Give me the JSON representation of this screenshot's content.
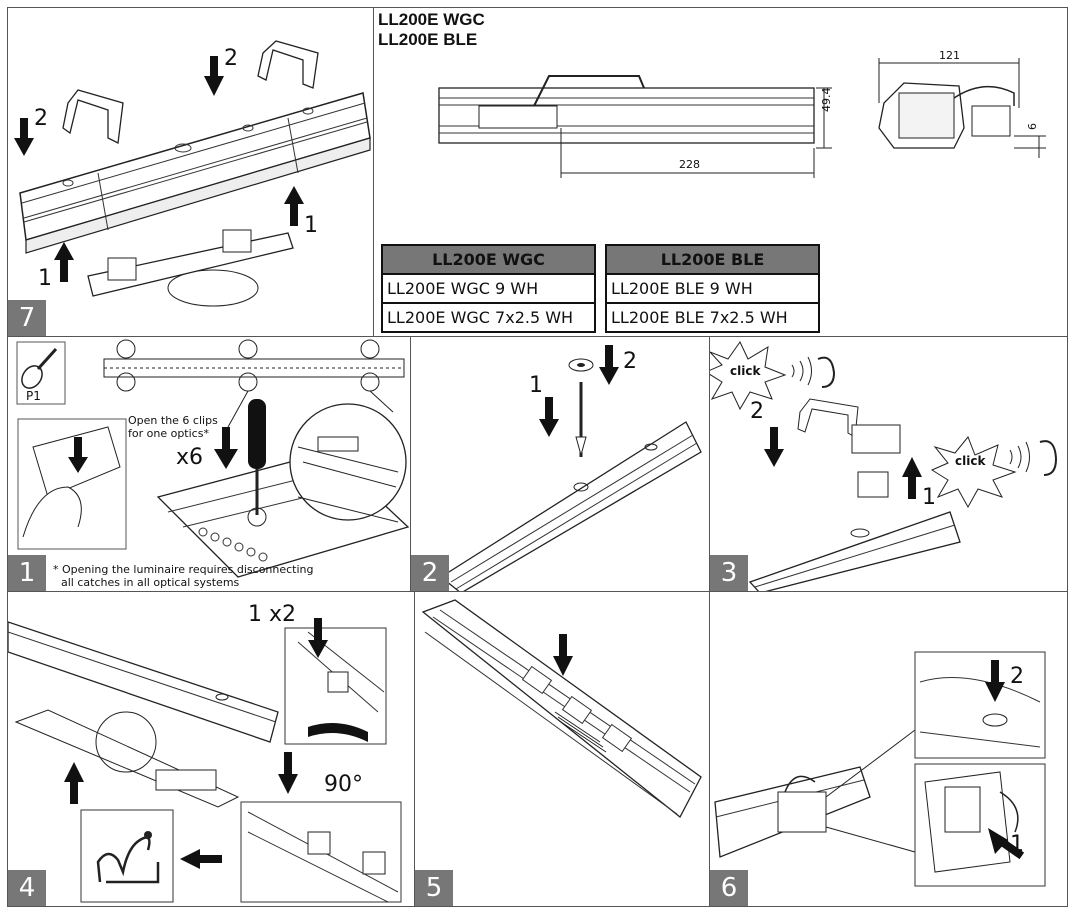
{
  "header": {
    "title_line1": "LL200E WGC",
    "title_line2": "LL200E BLE"
  },
  "dimensions": {
    "width_121": "121",
    "height_49_4": "49.4",
    "length_228": "228",
    "offset_6": "6"
  },
  "models_table": {
    "wgc_header": "LL200E WGC",
    "wgc_rows": [
      "LL200E WGC 9 WH",
      "LL200E WGC 7x2.5 WH"
    ],
    "ble_header": "LL200E BLE",
    "ble_rows": [
      "LL200E BLE 9 WH",
      "LL200E BLE 7x2.5 WH"
    ]
  },
  "steps": {
    "step7": {
      "badge": "7",
      "labels": [
        "2",
        "2",
        "1",
        "1"
      ]
    },
    "step1": {
      "badge": "1",
      "tool": "P1",
      "clip_note_line1": "Open the 6 clips",
      "clip_note_line2": "for one optics*",
      "multiplier": "x6",
      "footnote_line1": "* Opening the luminaire requires disconnecting",
      "footnote_line2": "all catches in all optical systems"
    },
    "step2": {
      "badge": "2",
      "labels": [
        "1",
        "2"
      ]
    },
    "step3": {
      "badge": "3",
      "labels": [
        "2",
        "1"
      ],
      "click1": "click",
      "click2": "click"
    },
    "step4": {
      "badge": "4",
      "repeat": "1 x2",
      "angle": "90°"
    },
    "step5": {
      "badge": "5"
    },
    "step6": {
      "badge": "6",
      "labels": [
        "2",
        "1"
      ]
    }
  },
  "icons": [
    "screwdriver-icon",
    "ear-icon",
    "arrow-down-icon",
    "arrow-up-icon",
    "arrow-left-icon",
    "rotate-icon"
  ]
}
